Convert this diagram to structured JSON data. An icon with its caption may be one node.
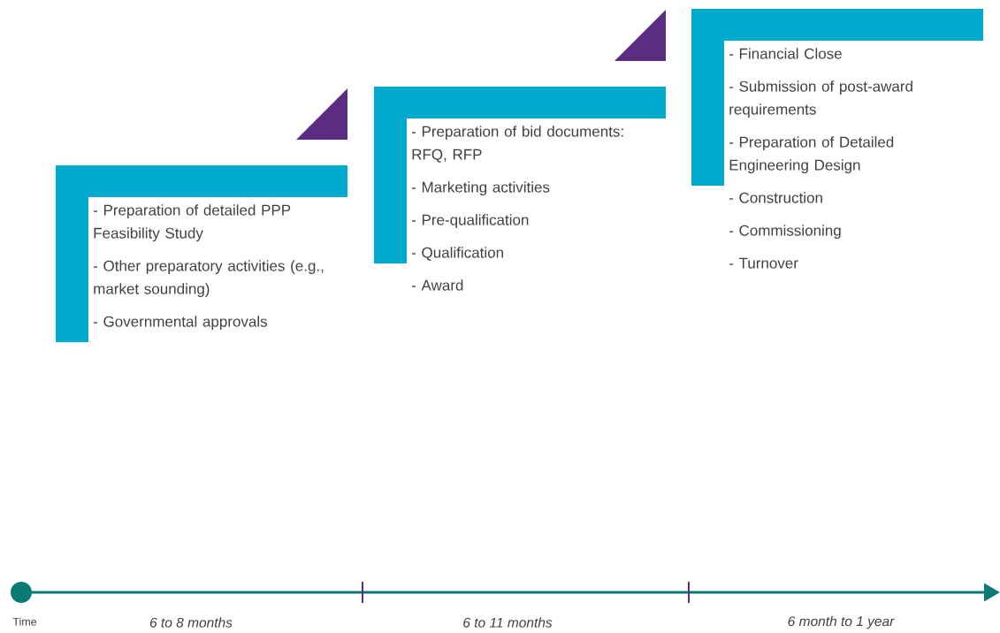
{
  "diagram": {
    "nodes": [
      {
        "text": [
          "- Preparation of detailed PPP Feasibility Study",
          "- Other preparatory activities (e.g., market sounding)",
          "- Governmental approvals"
        ]
      },
      {
        "text": [
          "- Preparation of bid documents: RFQ, RFP",
          "- Marketing activities",
          "- Pre-qualification",
          "- Qualification",
          "- Award"
        ]
      },
      {
        "text": [
          "- Financial Close",
          "- Submission of post-award requirements",
          "- Preparation of Detailed Engineering Design",
          "- Construction",
          "- Commissioning",
          "- Turnover"
        ]
      }
    ],
    "labels": [
      "Time",
      "6 to 8 months",
      "6 to 11 months",
      "6 month to 1 year"
    ]
  }
}
